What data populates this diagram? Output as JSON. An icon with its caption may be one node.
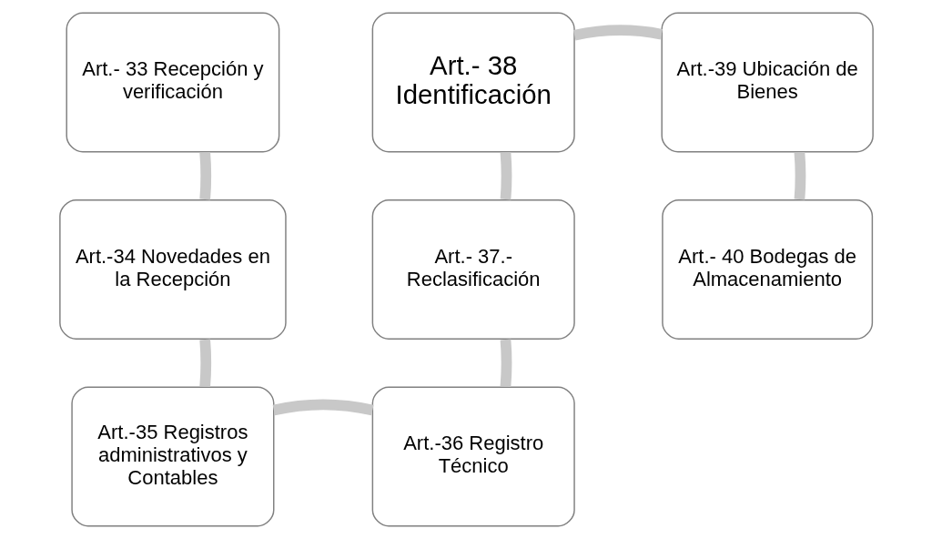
{
  "diagram": {
    "nodes": [
      {
        "text": [
          "Art.- 33 Recepción y verificación"
        ]
      },
      {
        "text": [
          "Art.-34 Novedades en la Recepción"
        ]
      },
      {
        "text": [
          "Art.-35 Registros administrativos y Contables"
        ]
      },
      {
        "text": [
          "Art.-36 Registro Técnico"
        ]
      },
      {
        "text": [
          "Art.- 37.- Reclasificación"
        ]
      },
      {
        "text": [
          "Art.- 38 Identificación"
        ]
      },
      {
        "text": [
          "Art.-39 Ubicación de Bienes"
        ]
      },
      {
        "text": [
          "Art.- 40 Bodegas de Almacenamiento"
        ]
      }
    ],
    "edges": [
      {
        "from": 0,
        "to": 1,
        "arrow": "none"
      },
      {
        "from": 1,
        "to": 2,
        "arrow": "none"
      },
      {
        "from": 2,
        "to": 3,
        "arrow": "none"
      },
      {
        "from": 3,
        "to": 4,
        "arrow": "none"
      },
      {
        "from": 4,
        "to": 5,
        "arrow": "none"
      },
      {
        "from": 5,
        "to": 6,
        "arrow": "none"
      },
      {
        "from": 6,
        "to": 7,
        "arrow": "none"
      }
    ]
  }
}
